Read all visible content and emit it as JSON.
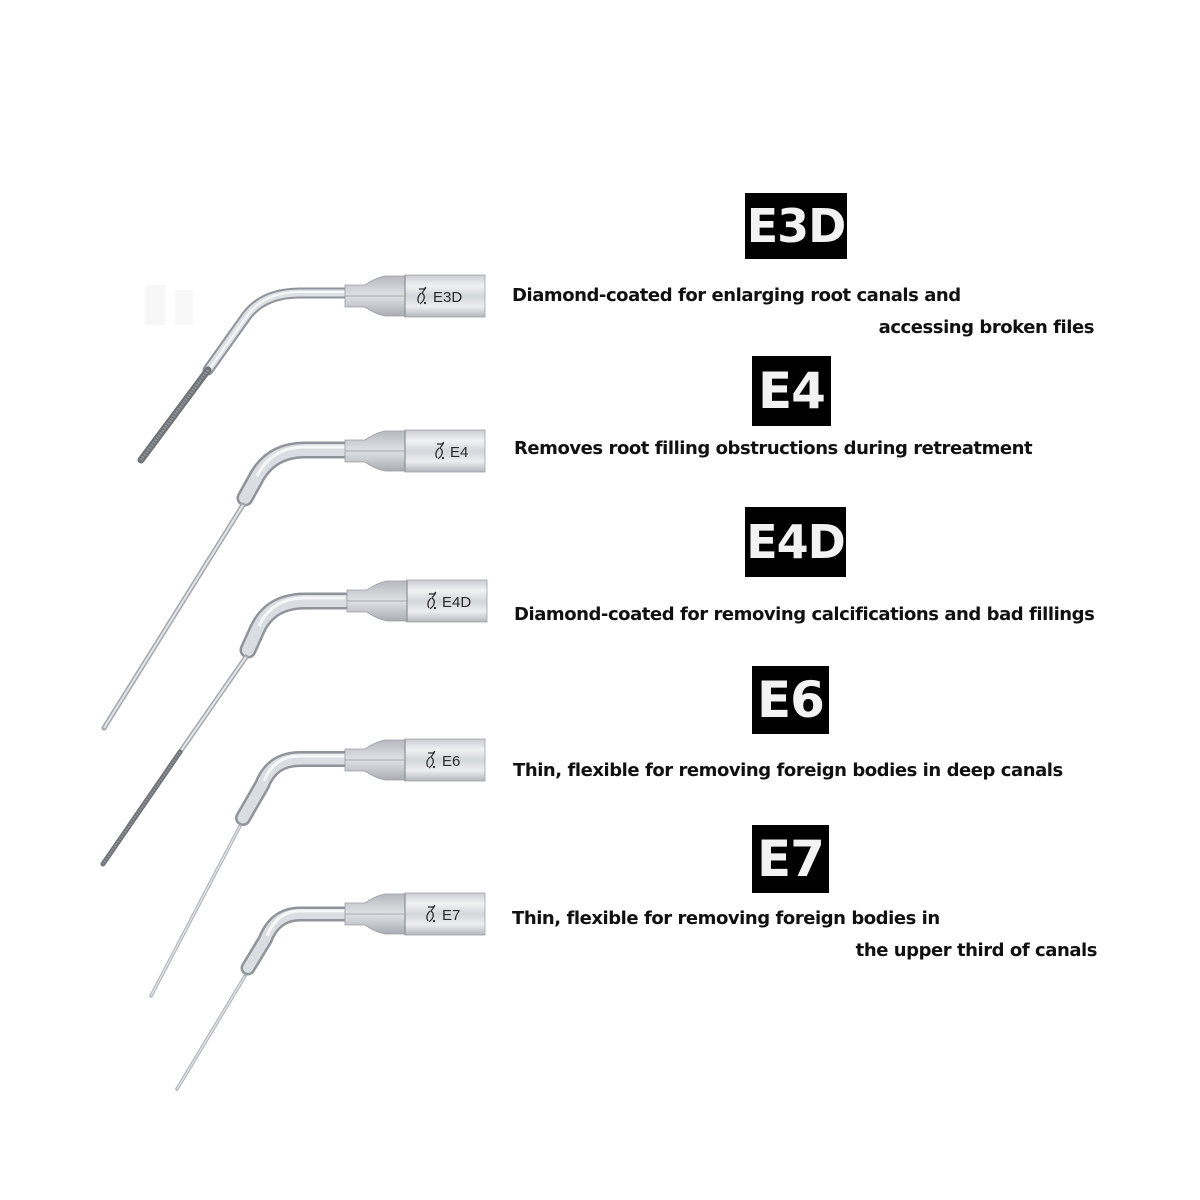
{
  "products": [
    {
      "model": "E3D",
      "engraving": "E3D",
      "description_lines": [
        "Diamond-coated for enlarging root canals and",
        "accessing broken files"
      ],
      "diamond_coated": true
    },
    {
      "model": "E4",
      "engraving": "E4",
      "description_lines": [
        "Removes root filling obstructions during retreatment"
      ],
      "diamond_coated": false
    },
    {
      "model": "E4D",
      "engraving": "E4D",
      "description_lines": [
        "Diamond-coated for removing calcifications and bad fillings"
      ],
      "diamond_coated": true
    },
    {
      "model": "E6",
      "engraving": "E6",
      "description_lines": [
        "Thin, flexible for removing foreign bodies in deep canals"
      ],
      "diamond_coated": false
    },
    {
      "model": "E7",
      "engraving": "E7",
      "description_lines": [
        "Thin, flexible for removing foreign bodies in",
        "the upper third of canals"
      ],
      "diamond_coated": false
    }
  ],
  "icons": {
    "brand_logo": "woodpecker-logo-icon"
  },
  "colors": {
    "background": "#ffffff",
    "badge_bg": "#000000",
    "badge_text": "#f2f2f2",
    "text": "#111111",
    "steel_light": "#e6e8eb",
    "steel_mid": "#b9bdc3",
    "steel_dark": "#8a8f96",
    "diamond": "#7d7f82"
  }
}
